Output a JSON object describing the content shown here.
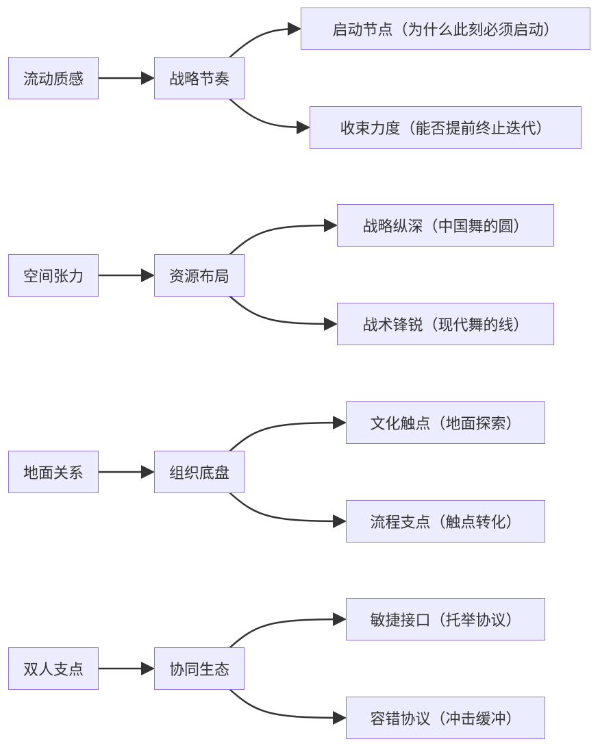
{
  "colors": {
    "node_fill": "#ECECFF",
    "node_stroke": "#9370DB",
    "edge": "#333333",
    "text": "#333333"
  },
  "groups": [
    {
      "root": "流动质感",
      "mid": "战略节奏",
      "leaves": [
        "启动节点（为什么此刻必须启动）",
        "收束力度（能否提前终止迭代）"
      ]
    },
    {
      "root": "空间张力",
      "mid": "资源布局",
      "leaves": [
        "战略纵深（中国舞的圆）",
        "战术锋锐（现代舞的线）"
      ]
    },
    {
      "root": "地面关系",
      "mid": "组织底盘",
      "leaves": [
        "文化触点（地面探索）",
        "流程支点（触点转化）"
      ]
    },
    {
      "root": "双人支点",
      "mid": "协同生态",
      "leaves": [
        "敏捷接口（托举协议）",
        "容错协议（冲击缓冲）"
      ]
    }
  ]
}
